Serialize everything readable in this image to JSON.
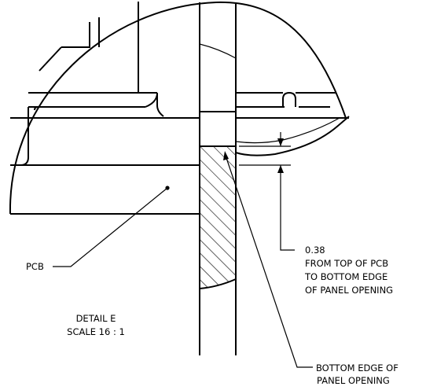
{
  "labels": {
    "pcb": "PCB",
    "dimension_value": "0.38",
    "dimension_note_1": "FROM TOP OF PCB",
    "dimension_note_2": "TO BOTTOM EDGE",
    "dimension_note_3": "OF PANEL OPENING",
    "detail_title": "DETAIL E",
    "detail_scale": "SCALE 16 : 1",
    "bottom_edge_1": "BOTTOM EDGE OF",
    "bottom_edge_2": "PANEL OPENING"
  }
}
